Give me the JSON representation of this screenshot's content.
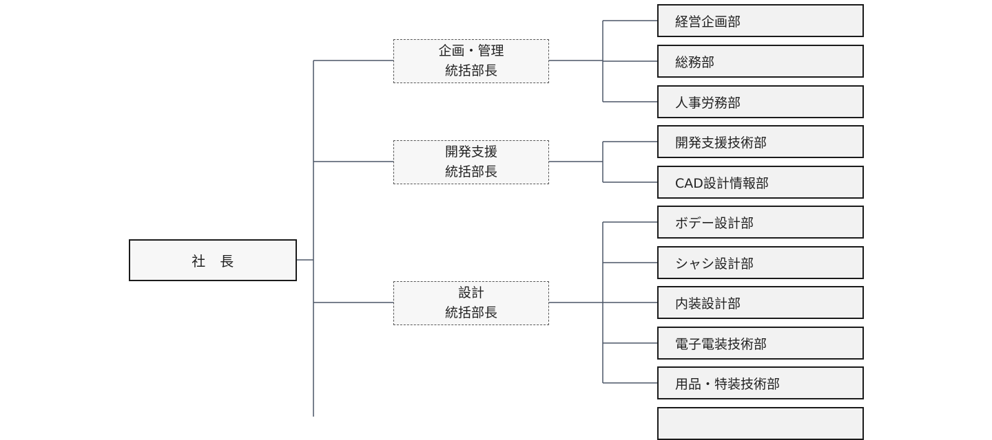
{
  "president": {
    "label": "社　長"
  },
  "general_managers": [
    {
      "line1": "企画・管理",
      "line2": "統括部長"
    },
    {
      "line1": "開発支援",
      "line2": "統括部長"
    },
    {
      "line1": "設計",
      "line2": "統括部長"
    }
  ],
  "departments": [
    {
      "label": "経営企画部"
    },
    {
      "label": "総務部"
    },
    {
      "label": "人事労務部"
    },
    {
      "label": "開発支援技術部"
    },
    {
      "label": "CAD設計情報部"
    },
    {
      "label": "ボデー設計部"
    },
    {
      "label": "シャシ設計部"
    },
    {
      "label": "内装設計部"
    },
    {
      "label": "電子電装技術部"
    },
    {
      "label": "用品・特装技術部"
    },
    {
      "label": ""
    }
  ]
}
